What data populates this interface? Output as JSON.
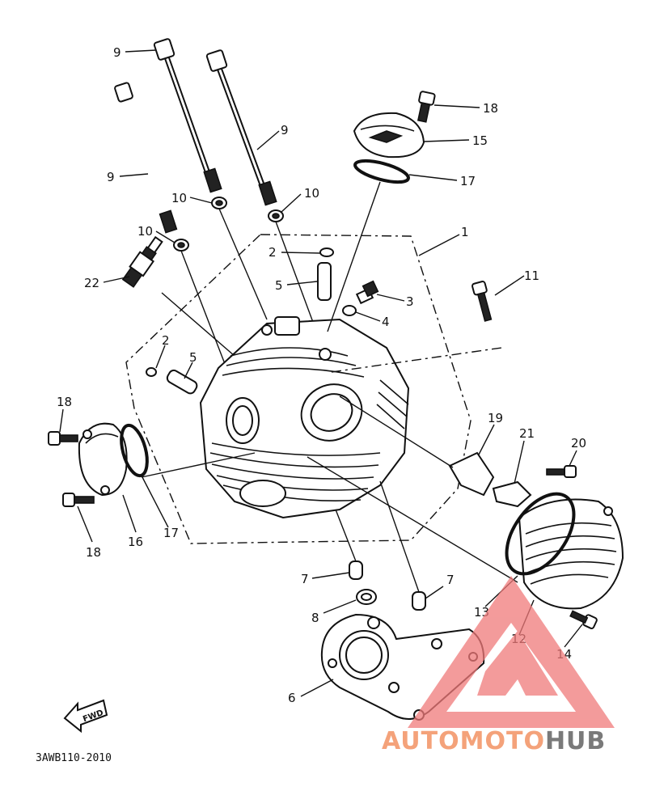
{
  "diagram": {
    "code": "3AWB110-2010",
    "fwd_label": "FWD",
    "callouts": {
      "c1": "1",
      "c2a": "2",
      "c2b": "2",
      "c3": "3",
      "c4": "4",
      "c5a": "5",
      "c5b": "5",
      "c6": "6",
      "c7a": "7",
      "c7b": "7",
      "c8": "8",
      "c9a": "9",
      "c9b": "9",
      "c9c": "9",
      "c10a": "10",
      "c10b": "10",
      "c10c": "10",
      "c11": "11",
      "c12": "12",
      "c13": "13",
      "c14": "14",
      "c15": "15",
      "c16": "16",
      "c17a": "17",
      "c17b": "17",
      "c18a": "18",
      "c18b": "18",
      "c18c": "18",
      "c19": "19",
      "c20": "20",
      "c21": "21",
      "c22": "22"
    }
  },
  "watermark": {
    "word_light": "AUTOMOTO",
    "word_dark": "HUB",
    "color_light": "#f4a27a",
    "color_dark": "#7a7a7a",
    "triangle_color": "#f07a7a"
  }
}
